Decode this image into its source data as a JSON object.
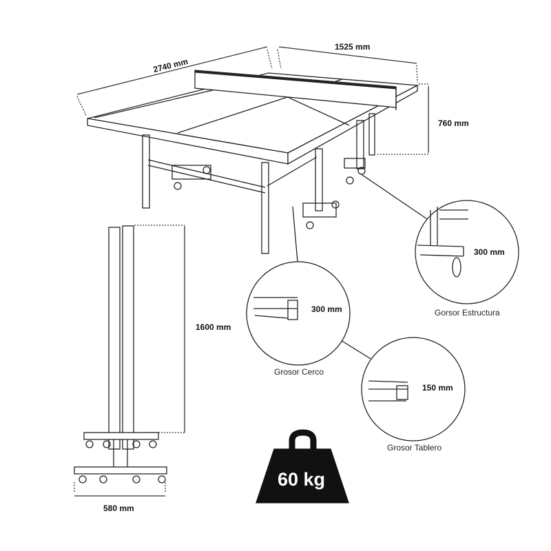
{
  "dimensions": {
    "length": "2740 mm",
    "width": "1525 mm",
    "height": "760 mm",
    "folded_height": "1600 mm",
    "folded_depth": "580 mm"
  },
  "details": [
    {
      "caption": "Gorsor Estructura",
      "value": "300 mm"
    },
    {
      "caption": "Grosor Cerco",
      "value": "300 mm"
    },
    {
      "caption": "Grosor Tablero",
      "value": "150 mm"
    }
  ],
  "weight": "60 kg",
  "colors": {
    "line": "#222222",
    "weight_fill": "#111111"
  }
}
